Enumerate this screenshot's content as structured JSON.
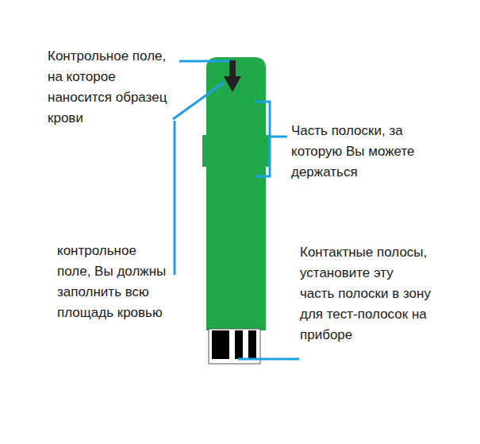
{
  "diagram": {
    "labels": [
      "Контрольное поле, на которое наносится образец крови",
      "Часть полоски, за которую Вы можете держаться",
      "контрольное поле, Вы должны заполнить всю площадь кровью",
      "Контактные полосы, установите эту часть полоски в зону для тест-полосок на приборе"
    ]
  }
}
